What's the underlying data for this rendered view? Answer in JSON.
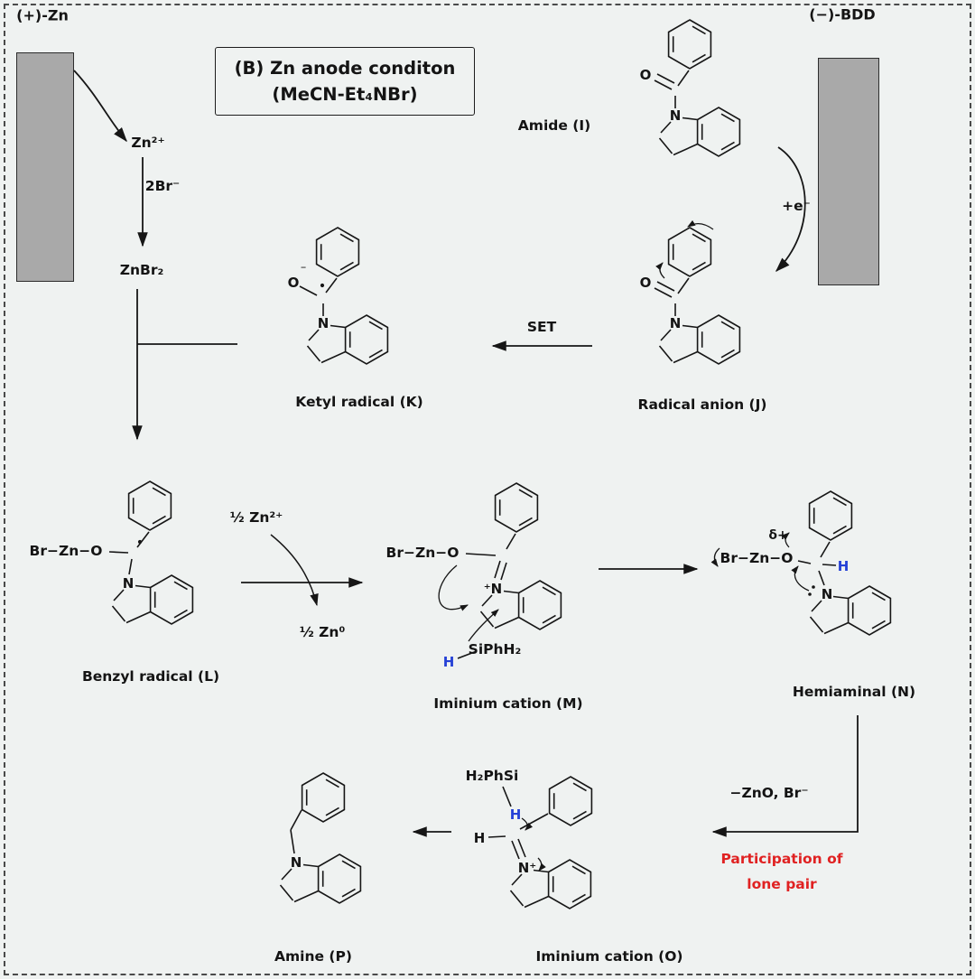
{
  "colors": {
    "bg": "#eff2f1",
    "ink": "#161616",
    "blue": "#2541d6",
    "red": "#e02222",
    "electrode": "#a9a9a9"
  },
  "header": {
    "anode": "(+)-Zn",
    "cathode": "(−)-BDD",
    "box_line1": "(B) Zn anode conditon",
    "box_line2": "(MeCN-Et₄NBr)"
  },
  "left_path": {
    "zn2": "Zn²⁺",
    "br2": "2Br⁻",
    "znbr2": "ZnBr₂"
  },
  "labels": {
    "amide": "Amide (I)",
    "radical_anion": "Radical anion (J)",
    "ketyl": "Ketyl radical (K)",
    "benzyl": "Benzyl radical (L)",
    "iminium_m": "Iminium cation (M)",
    "hemiaminal": "Hemiaminal (N)",
    "iminium_o": "Iminium cation (O)",
    "amine": "Amine (P)"
  },
  "steps": {
    "plus_e": "+e⁻",
    "set": "SET",
    "half_zn2": "½ Zn²⁺",
    "half_zn0": "½ Zn⁰",
    "zno_br": "−ZnO, Br⁻",
    "participation1": "Participation of",
    "participation2": "lone pair"
  },
  "fragments": {
    "br_zn_o": "Br−Zn−O",
    "si_ph_h2": "SiPhH₂",
    "h2_ph_si": "H₂PhSi",
    "delta_plus": "δ+",
    "N": "N",
    "O": "O",
    "H": "H",
    "n_plus_left": "⁺N",
    "n_plus_right": "N⁺",
    "minus": "⁻"
  }
}
